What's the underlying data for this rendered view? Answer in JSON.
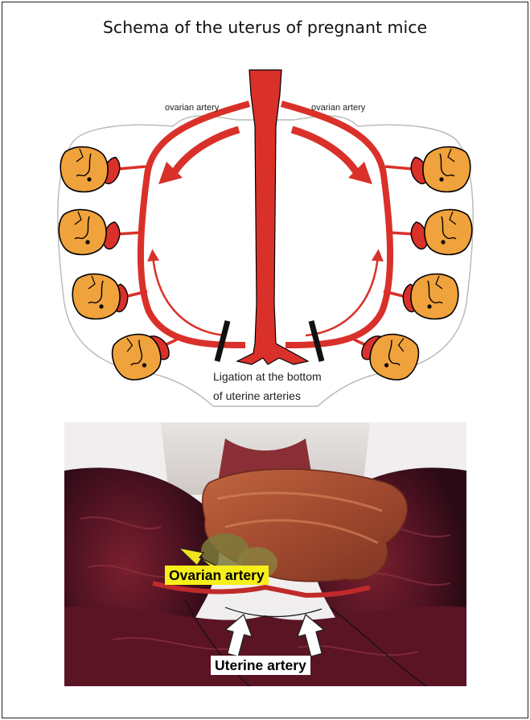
{
  "figure": {
    "title": "Schema of the uterus of pregnant mice"
  },
  "schema": {
    "left_label": "ovarian artery",
    "right_label": "ovarian artery",
    "ligation_line1": "Ligation at the bottom",
    "ligation_line2": "of uterine arteries",
    "colors": {
      "artery": "#d9312a",
      "fetus": "#f0a23c",
      "outline": "#b8b8b8",
      "ligation": "#111111"
    }
  },
  "photo": {
    "ovarian_label": "Ovarian artery",
    "uterine_label": "Uterine artery",
    "colors": {
      "label_highlight": "#f7ef1a",
      "arrow_yellow": "#f3e21f",
      "arrow_white": "#ffffff"
    }
  }
}
